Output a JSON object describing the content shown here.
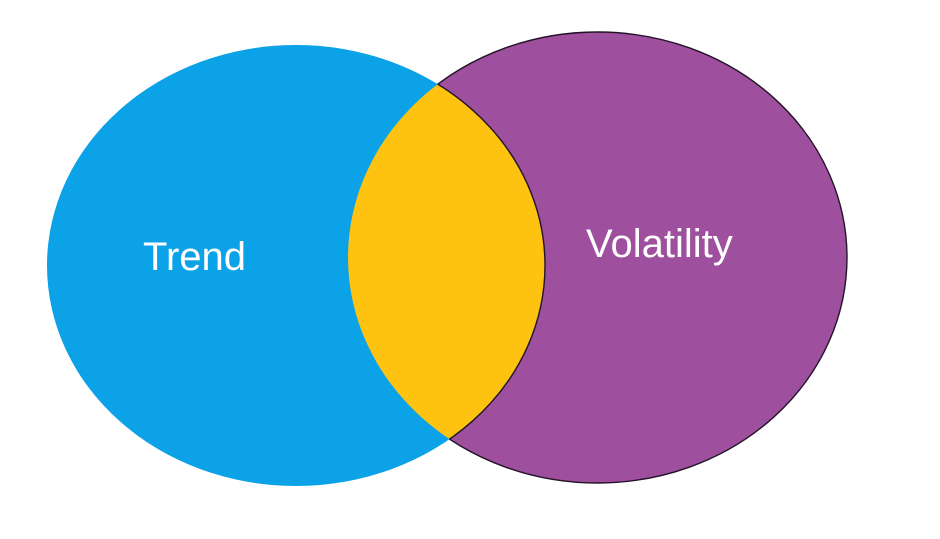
{
  "diagram": {
    "type": "venn",
    "background_color": "#ffffff",
    "outline_color": "#241428",
    "sets": [
      {
        "label": "Trend",
        "color": "#0CA2E8",
        "text_color": "#FFFFFF"
      },
      {
        "label": "Volatility",
        "color": "#9E4F9E",
        "text_color": "#FFFFFF"
      }
    ],
    "intersection": {
      "color": "#FEC211"
    }
  }
}
